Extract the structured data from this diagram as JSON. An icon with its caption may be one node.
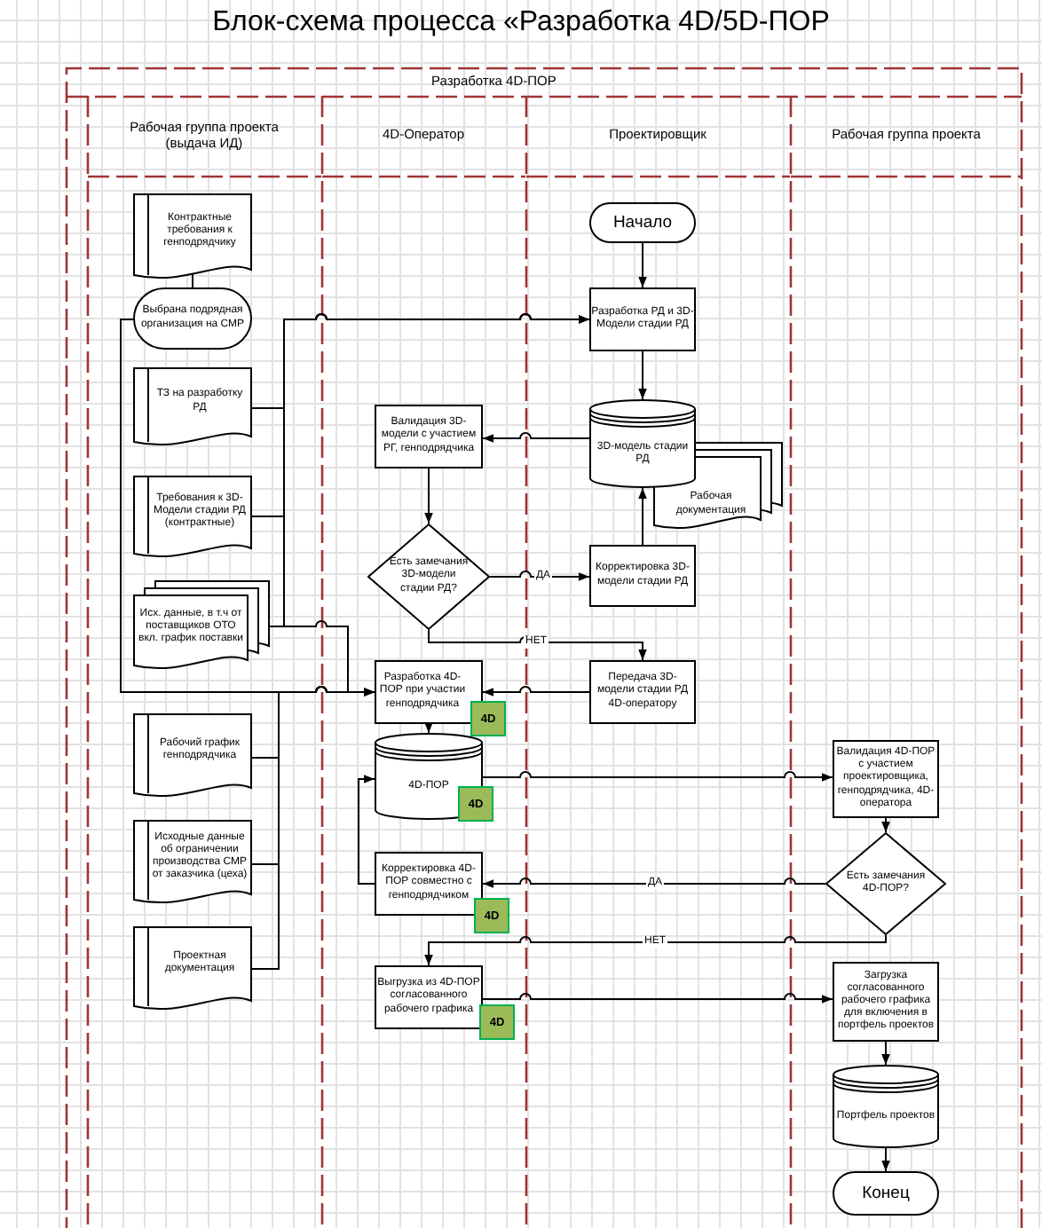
{
  "diagram": {
    "title": "Блок-схема процесса «Разработка 4D/5D-ПОР",
    "nodes": [
      {
        "text": [
          "Разработка 4D-ПОР"
        ]
      },
      {
        "text": [
          "Рабочая группа проекта (выдача ИД)"
        ],
        "in": 0
      },
      {
        "text": [
          "4D-Оператор"
        ],
        "in": 0
      },
      {
        "text": [
          "Проектировщик"
        ],
        "in": 0
      },
      {
        "text": [
          "Рабочая группа проекта"
        ],
        "in": 0
      },
      {
        "text": [
          "Контрактные требования к генподрядчику"
        ],
        "in": 1
      },
      {
        "text": [
          "Выбрана подрядная организация на СМР"
        ],
        "in": 1
      },
      {
        "text": [
          "ТЗ на разработку РД"
        ],
        "in": 1
      },
      {
        "text": [
          "Требования к 3D-Модели стадии РД (контрактные)"
        ],
        "in": 1
      },
      {
        "text": [
          "Исх. данные, в т.ч от поставщиков ОТО вкл. график поставки"
        ],
        "in": 1
      },
      {
        "text": [
          "Рабочий график генподрядчика"
        ],
        "in": 1
      },
      {
        "text": [
          "Исходные данные об ограничении производства СМР от заказчика (цеха)"
        ],
        "in": 1
      },
      {
        "text": [
          "Проектная документация"
        ],
        "in": 1
      },
      {
        "text": [
          "Валидация 3D-модели с участием РГ, генподрядчика"
        ],
        "in": 2
      },
      {
        "text": [
          "Есть замечания 3D-модели стадии РД?"
        ],
        "in": 2
      },
      {
        "text": [
          "Разработка 4D-ПОР при участии генподрядчика"
        ],
        "beside": [
          "4D"
        ],
        "in": 2
      },
      {
        "text": [
          "4D-ПОР",
          "4D"
        ],
        "in": 2
      },
      {
        "text": [
          "Корректировка 4D-ПОР совместно с генподрядчиком"
        ],
        "beside": [
          "4D"
        ],
        "in": 2
      },
      {
        "text": [
          "Выгрузка из 4D-ПОР согласованного рабочего графика"
        ],
        "beside": [
          "4D"
        ],
        "in": 2
      },
      {
        "text": [
          "Начало"
        ],
        "in": 3
      },
      {
        "text": [
          "Разработка РД и 3D-Модели стадии РД"
        ],
        "in": 3
      },
      {
        "text": [
          "3D-модель стадии РД"
        ],
        "in": 3
      },
      {
        "text": [
          "Рабочая документация"
        ],
        "in": 3
      },
      {
        "text": [
          "Корректировка 3D-модели стадии РД"
        ],
        "in": 3
      },
      {
        "text": [
          "Передача 3D-модели стадии РД 4D-оператору"
        ],
        "in": 3
      },
      {
        "text": [
          "Валидация 4D-ПОР с участием проектировщика, генподрядчика, 4D-оператора"
        ],
        "in": 4
      },
      {
        "text": [
          "Есть замечания 4D-ПОР?"
        ],
        "in": 4
      },
      {
        "text": [
          "Загрузка согласованного рабочего графика для включения в портфель проектов"
        ],
        "in": 4
      },
      {
        "text": [
          "Портфель проектов"
        ],
        "in": 4
      },
      {
        "text": [
          "Конец"
        ],
        "in": 4
      }
    ],
    "edges": [
      {
        "from": 5,
        "to": 6,
        "arrow": "none"
      },
      {
        "from": 7,
        "to": 20,
        "arrow": "to"
      },
      {
        "from": 8,
        "to": 20,
        "arrow": "to"
      },
      {
        "from": 9,
        "to": 20,
        "arrow": "to"
      },
      {
        "from": 6,
        "to": 15,
        "arrow": "to"
      },
      {
        "from": 9,
        "to": 15,
        "arrow": "to"
      },
      {
        "from": 10,
        "to": 15,
        "arrow": "to"
      },
      {
        "from": 11,
        "to": 15,
        "arrow": "to"
      },
      {
        "from": 12,
        "to": 15,
        "arrow": "to"
      },
      {
        "from": 19,
        "to": 20,
        "arrow": "to"
      },
      {
        "from": 20,
        "to": 21,
        "arrow": "to"
      },
      {
        "from": 21,
        "to": 13,
        "arrow": "to"
      },
      {
        "from": 13,
        "to": 14,
        "arrow": "to"
      },
      {
        "from": 14,
        "to": 23,
        "arrow": "to",
        "label": "ДА"
      },
      {
        "from": 23,
        "to": 21,
        "arrow": "to"
      },
      {
        "from": 14,
        "to": 24,
        "arrow": "to",
        "label": "НЕТ"
      },
      {
        "from": 24,
        "to": 15,
        "arrow": "to"
      },
      {
        "from": 15,
        "to": 16,
        "arrow": "to"
      },
      {
        "from": 16,
        "to": 25,
        "arrow": "to"
      },
      {
        "from": 25,
        "to": 26,
        "arrow": "to"
      },
      {
        "from": 26,
        "to": 17,
        "arrow": "to",
        "label": "ДА"
      },
      {
        "from": 17,
        "to": 16,
        "arrow": "to"
      },
      {
        "from": 26,
        "to": 18,
        "arrow": "to",
        "label": "НЕТ"
      },
      {
        "from": 18,
        "to": 27,
        "arrow": "to"
      },
      {
        "from": 27,
        "to": 28,
        "arrow": "to"
      },
      {
        "from": 28,
        "to": 29,
        "arrow": "to"
      }
    ]
  }
}
